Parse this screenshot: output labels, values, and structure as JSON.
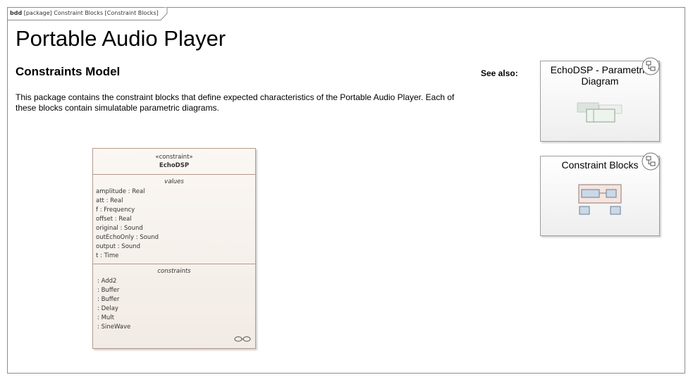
{
  "frame": {
    "keyword": "bdd",
    "header": "[package] Constraint Blocks [Constraint Blocks]"
  },
  "title": "Portable Audio Player",
  "subtitle": "Constraints Model",
  "description": "This package contains the constraint blocks that define expected characteristics of the Portable Audio Player. Each of these blocks contain simulatable parametric diagrams.",
  "see_also": "See also:",
  "block": {
    "stereotype": "«constraint»",
    "name": "EchoDSP",
    "values_header": "values",
    "values": [
      "amplitude : Real",
      "att : Real",
      "f : Frequency",
      "offset : Real",
      "original : Sound",
      "outEchoOnly : Sound",
      "output : Sound",
      "t : Time"
    ],
    "constraints_header": "constraints",
    "constraints": [
      ": Add2",
      ": Buffer",
      ": Buffer",
      ": Delay",
      ": Mult",
      ": SineWave"
    ]
  },
  "links": [
    {
      "label": "EchoDSP - Parametric Diagram",
      "icon": "diagram-link-icon"
    },
    {
      "label": "Constraint Blocks",
      "icon": "diagram-link-icon"
    }
  ],
  "colors": {
    "block_border": "#b49a8c",
    "block_fill": "#f5eee8",
    "card_border": "#9c9c9c"
  }
}
